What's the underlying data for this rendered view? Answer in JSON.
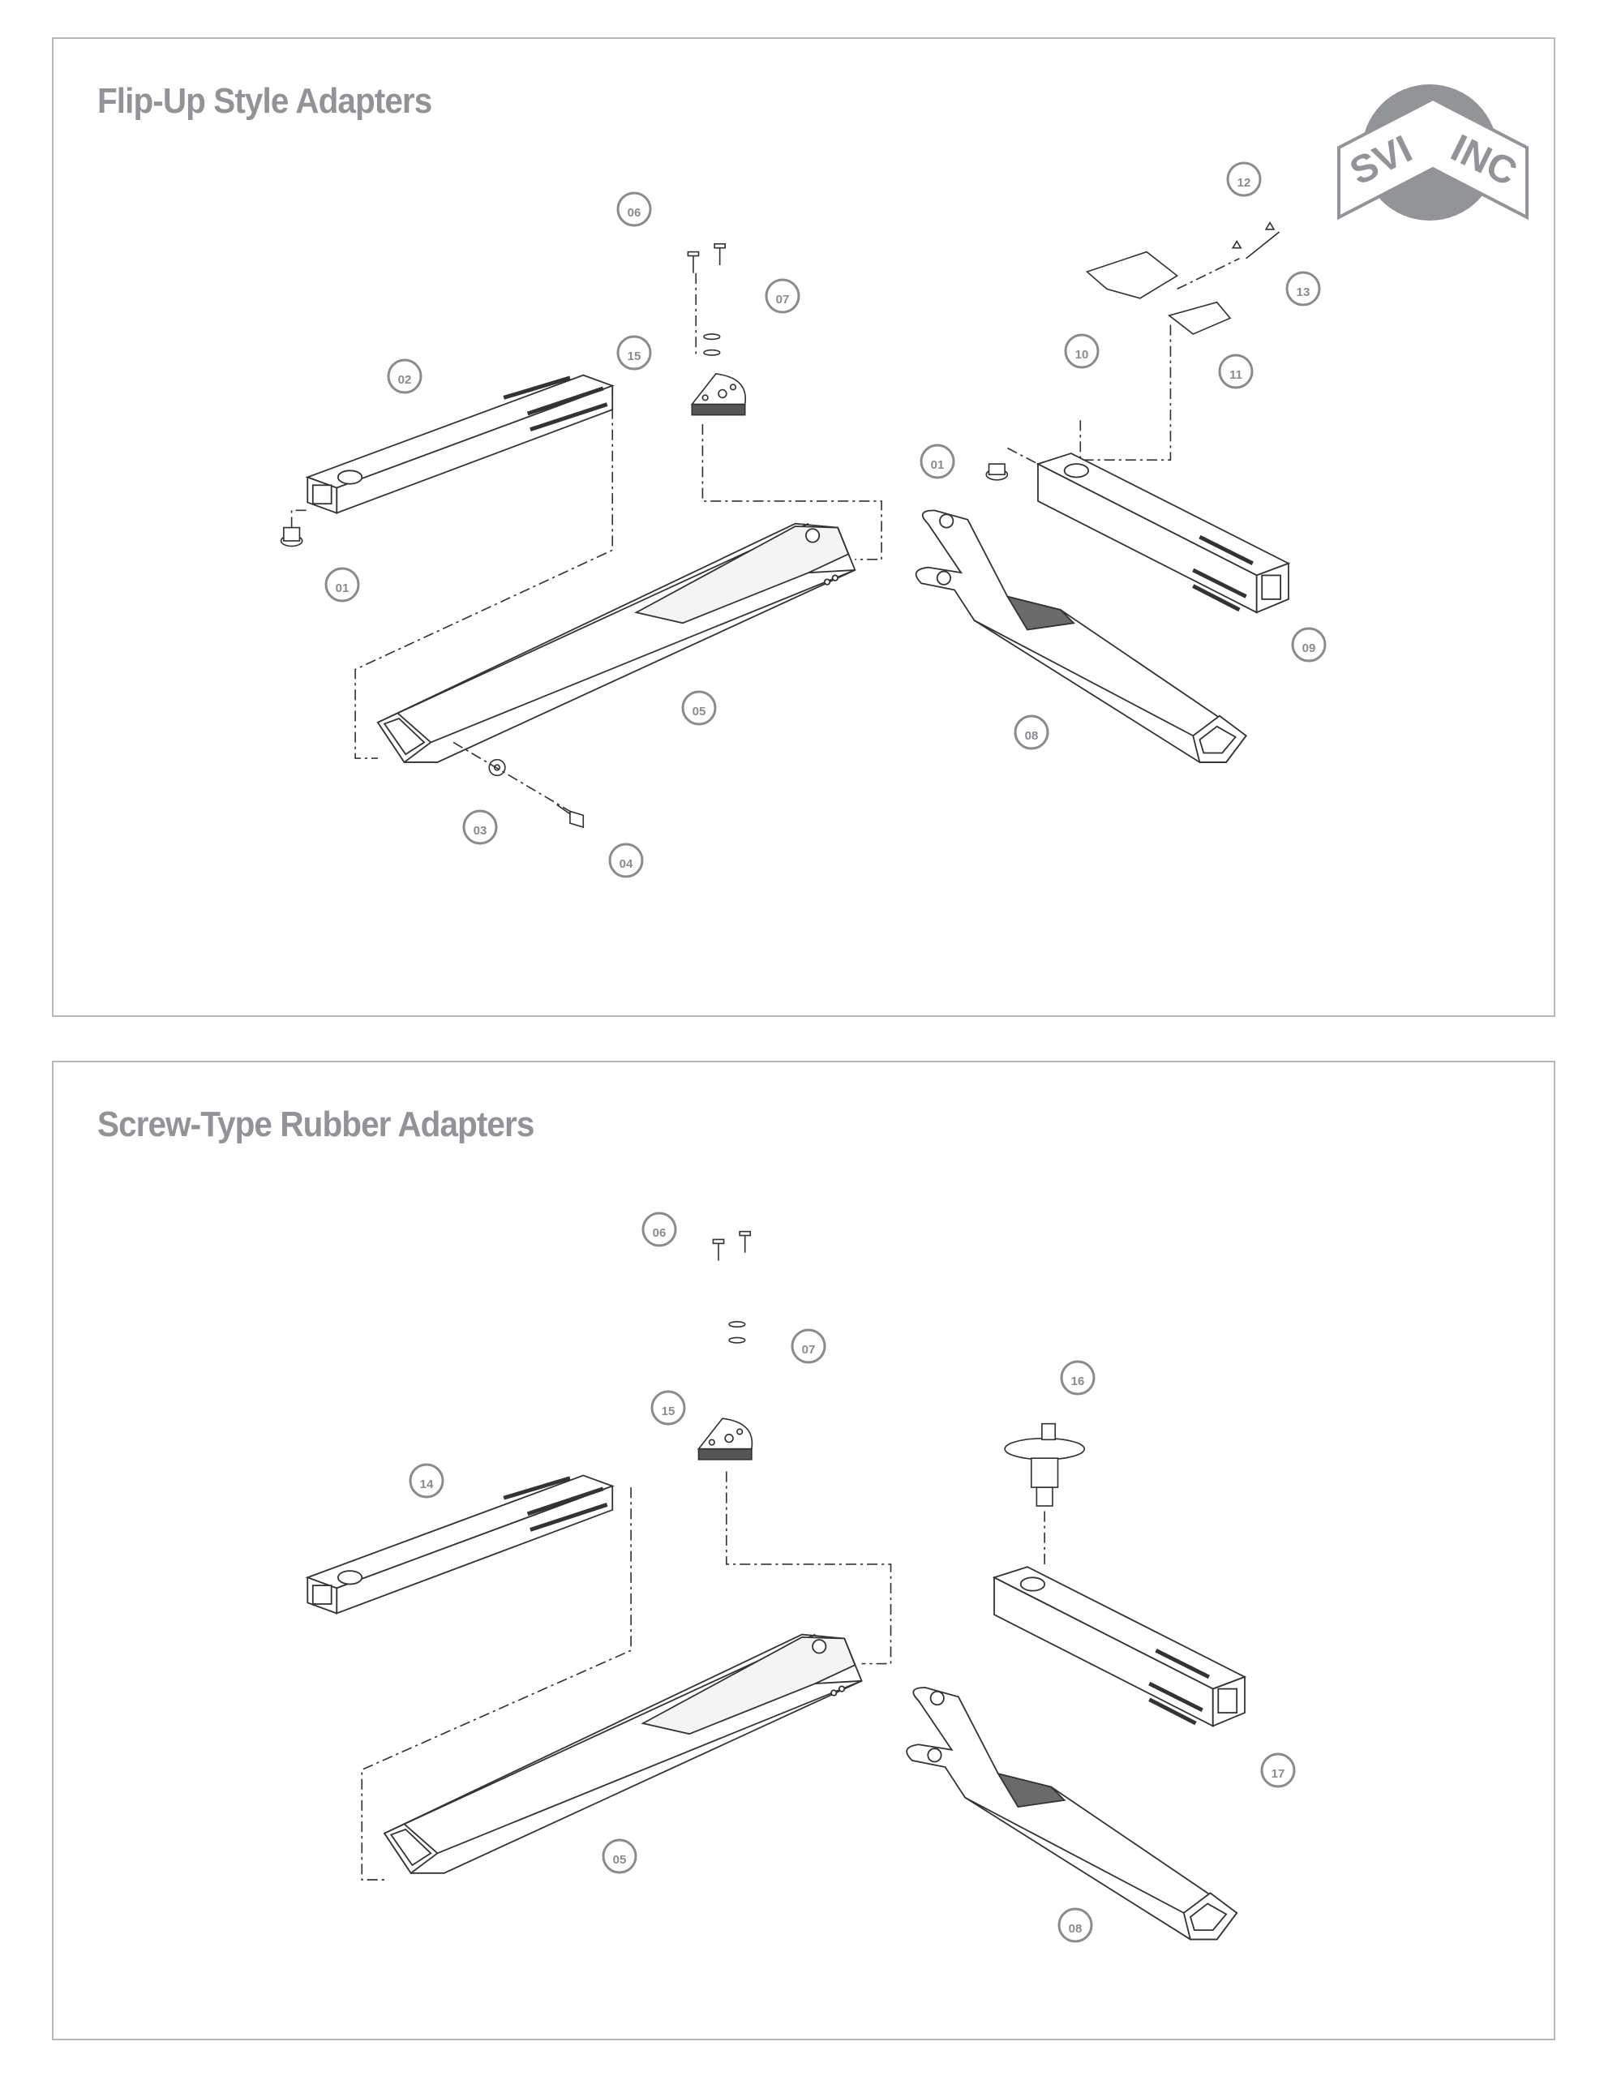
{
  "logo": {
    "text_left": "SVI",
    "text_right": "INC"
  },
  "panels": [
    {
      "title": "Flip-Up Style Adapters",
      "callouts": [
        "06",
        "07",
        "15",
        "02",
        "01",
        "05",
        "03",
        "04",
        "12",
        "13",
        "10",
        "11",
        "01",
        "09",
        "08"
      ]
    },
    {
      "title": "Screw-Type Rubber Adapters",
      "callouts": [
        "06",
        "07",
        "15",
        "16",
        "14",
        "05",
        "17",
        "08"
      ]
    }
  ],
  "colors": {
    "border": "#b9b9bb",
    "title": "#929397",
    "line": "#3a3a3a",
    "callout": "#8a8b8f"
  }
}
